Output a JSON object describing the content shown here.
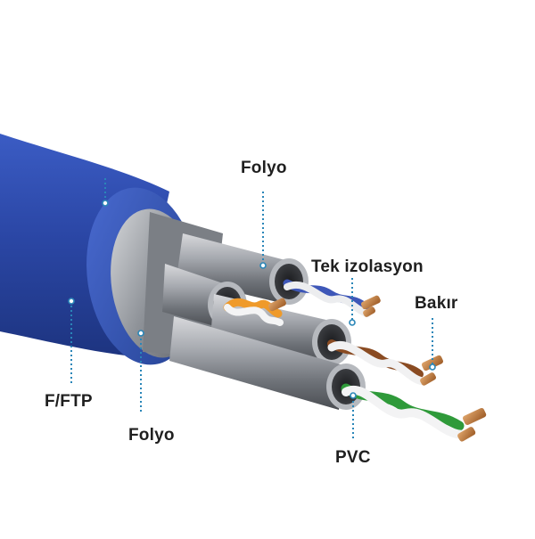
{
  "labels": {
    "folyo_top": "Folyo",
    "tek_izolasyon": "Tek izolasyon",
    "bakir": "Bakır",
    "ftp": "F/FTP",
    "folyo_bottom": "Folyo",
    "pvc": "PVC"
  },
  "colors": {
    "jacket": "#2d49a8",
    "foil": "#8c9096",
    "pair_blue": "#3e57b8",
    "pair_orange": "#ef9a2a",
    "pair_brown": "#8a4b22",
    "pair_green": "#2f9a3a",
    "copper": "#c07a3e",
    "leader": "#2a86b8"
  }
}
